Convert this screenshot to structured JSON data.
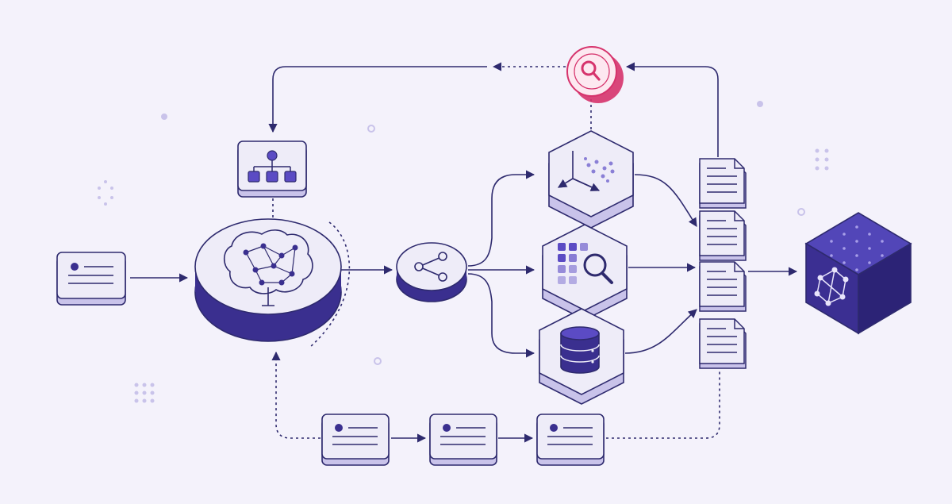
{
  "diagram": {
    "type": "ai-pipeline-architecture",
    "nodes": [
      {
        "id": "input-document",
        "icon": "document-card-icon"
      },
      {
        "id": "hierarchy-box",
        "icon": "org-chart-icon"
      },
      {
        "id": "ai-brain-platform",
        "icon": "brain-network-icon"
      },
      {
        "id": "router-node",
        "icon": "share-branch-icon"
      },
      {
        "id": "vector-embeddings-hex",
        "icon": "3d-axes-scatter-icon"
      },
      {
        "id": "search-index-hex",
        "icon": "grid-magnifier-icon"
      },
      {
        "id": "database-hex",
        "icon": "database-cylinder-icon"
      },
      {
        "id": "search-badge",
        "icon": "magnifier-icon"
      },
      {
        "id": "output-doc-stack",
        "icon": "document-stack-icon",
        "count": 4
      },
      {
        "id": "knowledge-cube",
        "icon": "graph-cube-icon"
      },
      {
        "id": "feedback-card-1",
        "icon": "document-card-icon"
      },
      {
        "id": "feedback-card-2",
        "icon": "document-card-icon"
      },
      {
        "id": "feedback-card-3",
        "icon": "document-card-icon"
      }
    ],
    "edges": [
      {
        "from": "input-document",
        "to": "ai-brain-platform",
        "style": "solid"
      },
      {
        "from": "ai-brain-platform",
        "to": "router-node",
        "style": "solid"
      },
      {
        "from": "router-node",
        "to": "vector-embeddings-hex",
        "style": "solid"
      },
      {
        "from": "router-node",
        "to": "search-index-hex",
        "style": "solid"
      },
      {
        "from": "router-node",
        "to": "database-hex",
        "style": "solid"
      },
      {
        "from": "vector-embeddings-hex",
        "to": "output-doc-stack",
        "style": "solid"
      },
      {
        "from": "search-index-hex",
        "to": "output-doc-stack",
        "style": "solid"
      },
      {
        "from": "database-hex",
        "to": "output-doc-stack",
        "style": "solid"
      },
      {
        "from": "output-doc-stack",
        "to": "knowledge-cube",
        "style": "solid"
      },
      {
        "from": "output-doc-stack",
        "to": "search-badge",
        "style": "solid"
      },
      {
        "from": "search-badge",
        "to": "hierarchy-box",
        "style": "dashed"
      },
      {
        "from": "output-doc-stack",
        "to": "feedback-card-3",
        "style": "dashed"
      },
      {
        "from": "feedback-card-1",
        "to": "feedback-card-2",
        "style": "solid"
      },
      {
        "from": "feedback-card-2",
        "to": "feedback-card-3",
        "style": "solid"
      },
      {
        "from": "feedback-card-1",
        "to": "ai-brain-platform",
        "style": "dashed"
      }
    ]
  },
  "colors": {
    "background": "#f4f2fb",
    "stroke": "#2e2a6e",
    "card_fill": "#eeecf8",
    "card_shadow": "#c9c3ea",
    "accent": "#5b4bc4",
    "accent_dark": "#3a2f8f",
    "highlight": "#d6336c",
    "cube_top": "#5246b8",
    "cube_left": "#3b2f92",
    "cube_right": "#2c2376"
  }
}
